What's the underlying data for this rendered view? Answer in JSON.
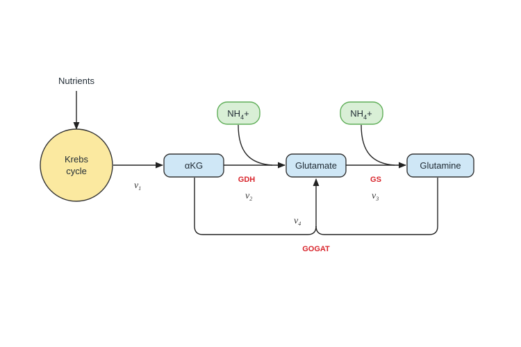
{
  "colors": {
    "krebs_fill": "#fbe9a0",
    "metabolite_fill": "#cfe7f6",
    "ammonium_fill": "#d9efd6",
    "ammonium_stroke": "#5fae58",
    "enzyme_text": "#d8232a",
    "line": "#222222"
  },
  "nodes": {
    "nutrients": "Nutrients",
    "krebs_line1": "Krebs",
    "krebs_line2": "cycle",
    "akg": "αKG",
    "glutamate": "Glutamate",
    "glutamine": "Glutamine",
    "ammonium_1_base": "NH",
    "ammonium_1_sub": "4",
    "ammonium_1_charge": "+",
    "ammonium_2_base": "NH",
    "ammonium_2_sub": "4",
    "ammonium_2_charge": "+"
  },
  "enzymes": {
    "gdh": "GDH",
    "gs": "GS",
    "gogat": "GOGAT"
  },
  "rates": {
    "symbol": "v",
    "v1_sub": "1",
    "v2_sub": "2",
    "v3_sub": "3",
    "v4_sub": "4"
  }
}
